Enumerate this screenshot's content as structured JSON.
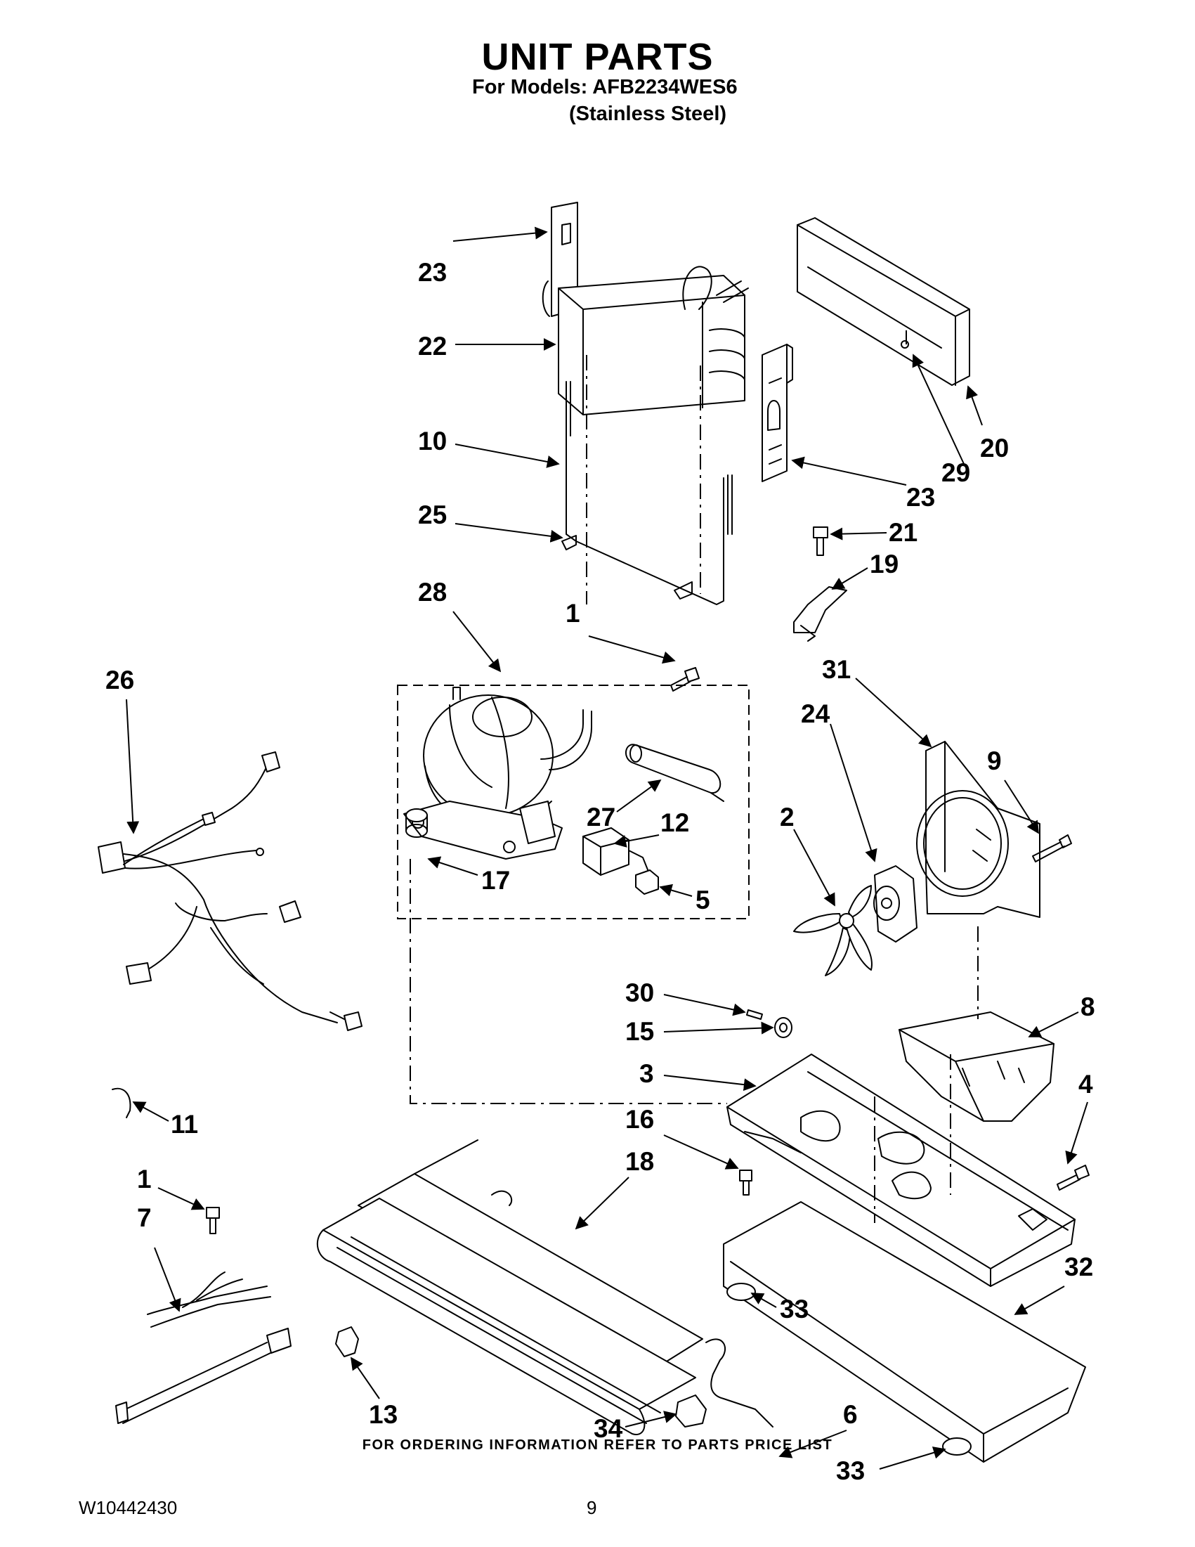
{
  "header": {
    "title": "UNIT PARTS",
    "models_line": "For Models: AFB2234WES6",
    "variant_line": "(Stainless Steel)"
  },
  "callouts": [
    "23",
    "22",
    "10",
    "25",
    "28",
    "26",
    "1",
    "27",
    "12",
    "17",
    "5",
    "31",
    "24",
    "9",
    "2",
    "8",
    "30",
    "15",
    "3",
    "4",
    "11",
    "16",
    "18",
    "1",
    "7",
    "13",
    "33",
    "32",
    "6",
    "34",
    "33",
    "20",
    "29",
    "23",
    "21",
    "19"
  ],
  "footer": {
    "ordering_note": "FOR ORDERING INFORMATION REFER TO PARTS PRICE LIST",
    "document_number": "W10442430",
    "page_number": "9"
  }
}
